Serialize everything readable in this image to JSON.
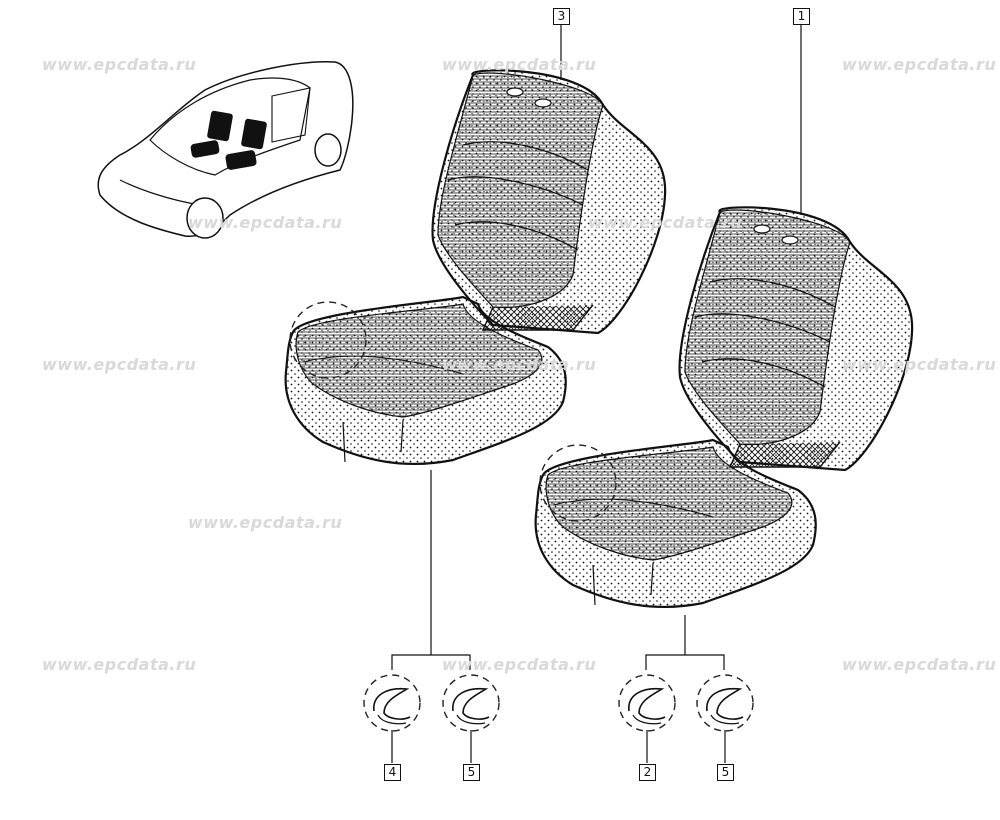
{
  "watermark": {
    "text": "www.epcdata.ru",
    "color": "#d9d9d9"
  },
  "callouts": [
    {
      "id": "callout-3",
      "label": "3"
    },
    {
      "id": "callout-1",
      "label": "1"
    },
    {
      "id": "callout-4",
      "label": "4"
    },
    {
      "id": "callout-5a",
      "label": "5"
    },
    {
      "id": "callout-2",
      "label": "2"
    },
    {
      "id": "callout-5b",
      "label": "5"
    }
  ],
  "colors": {
    "line": "#111111",
    "background": "#ffffff",
    "dashed": "#222222"
  }
}
